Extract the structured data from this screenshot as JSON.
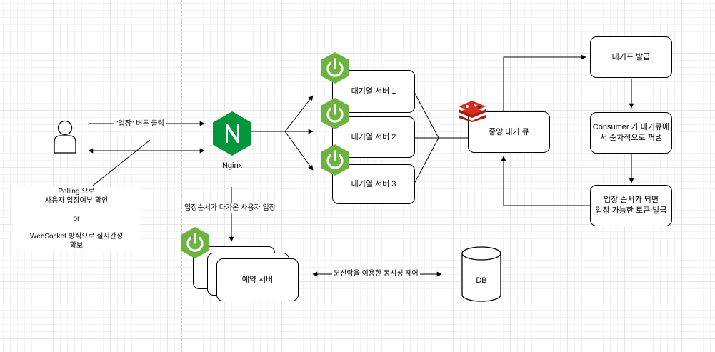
{
  "user": {
    "icon": "person-icon"
  },
  "nginx": {
    "label": "Nginx",
    "icon": "nginx-logo"
  },
  "edges": {
    "click_enter": "\"입장\" 버튼 클릭",
    "entering_user": "입장순서가 다가온 사용자 입장",
    "distributed_lock": "분산락을 이용한 동시성 제어"
  },
  "client_note": {
    "line1": "Polling 으로",
    "line2": "사용자 입장여부 확인",
    "line3": "or",
    "line4": "WebSocket 방식으로 실시간성",
    "line5": "확보"
  },
  "queue_servers": [
    "대기열 서버 1",
    "대기열 서버 2",
    "대기열 서버 3"
  ],
  "central_queue": {
    "label": "중앙 대기 큐",
    "icon": "redis-icon"
  },
  "ticket_issue": "대기표 발급",
  "consumer": {
    "line1": "Consumer 가 대기큐에",
    "line2": "서 순차적으로 꺼냄"
  },
  "token_issue": {
    "line1": "입장 순서가 되면",
    "line2": "입장 가능한 토큰 발급"
  },
  "reservation_server": "예약 서버",
  "db": "DB",
  "colors": {
    "spring_green": "#6db33f",
    "nginx_green": "#009639",
    "redis_red": "#d82c20"
  }
}
